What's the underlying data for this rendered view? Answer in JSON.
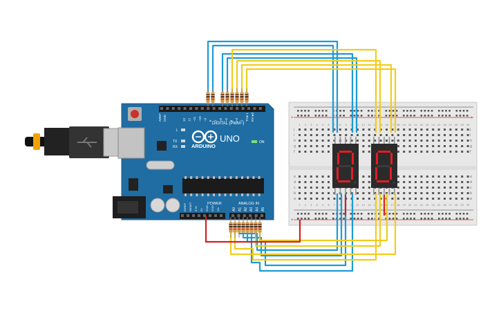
{
  "board": {
    "brand": "ARDUINO",
    "model": "UNO",
    "header_digital": "DIGITAL (PWM~)",
    "header_analog": "ANALOG IN",
    "header_power": "POWER",
    "led_on": "ON",
    "led_l": "L",
    "led_tx": "TX",
    "led_rx": "RX",
    "aref": "AREF",
    "gnd": "GND",
    "digital_pins": [
      "13",
      "12",
      "~11",
      "~10",
      "~9",
      "8",
      "7",
      "~6",
      "~5",
      "4",
      "~3",
      "2",
      "TX►1",
      "RX◄0"
    ],
    "power_pins": [
      "IOREF",
      "RESET",
      "3.3V",
      "5V",
      "GND",
      "GND",
      "Vin"
    ],
    "analog_pins": [
      "A0",
      "A1",
      "A2",
      "A3",
      "A4",
      "A5"
    ]
  },
  "breadboard": {
    "row_letters_top": [
      "j",
      "i",
      "h",
      "g",
      "f"
    ],
    "row_letters_bottom": [
      "e",
      "d",
      "c",
      "b",
      "a"
    ],
    "column_numbers": [
      "1",
      "2",
      "3",
      "4",
      "5",
      "6",
      "7",
      "8",
      "9",
      "10",
      "11",
      "12",
      "13",
      "14",
      "15",
      "16",
      "17",
      "18",
      "19",
      "20",
      "21",
      "22",
      "23",
      "24",
      "25",
      "26",
      "27",
      "28",
      "29",
      "30"
    ]
  },
  "displays": [
    {
      "digit": "0"
    },
    {
      "digit": "0"
    }
  ],
  "colors": {
    "board": "#1f6da3",
    "wire_blue": "#1a9ad6",
    "wire_yellow": "#f2cc1a",
    "wire_red": "#d42020",
    "segment_on": "#e51c23",
    "segment_body": "#2b2b2b",
    "breadboard": "#e8e8e8"
  }
}
